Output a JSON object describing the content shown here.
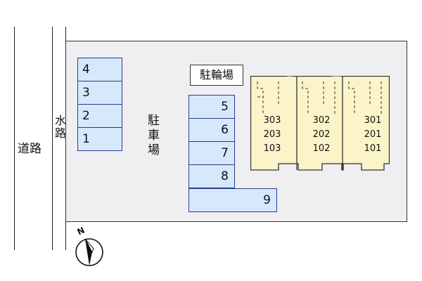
{
  "road": {
    "label": "道路"
  },
  "waterway": {
    "label": "水路"
  },
  "parking": {
    "label": "駐車場",
    "left_stalls": [
      "4",
      "3",
      "2",
      "1"
    ],
    "right_stalls": [
      "5",
      "6",
      "7",
      "8"
    ],
    "long_stall": "9"
  },
  "bicycle_parking": {
    "label": "駐輪場"
  },
  "building": {
    "columns": [
      {
        "rooms": [
          "303",
          "203",
          "103"
        ]
      },
      {
        "rooms": [
          "302",
          "202",
          "102"
        ]
      },
      {
        "rooms": [
          "301",
          "201",
          "101"
        ]
      }
    ]
  },
  "compass": {
    "label": "N"
  },
  "colors": {
    "lot_fill": "#efeff1",
    "stall_fill": "#d6e8fb",
    "stall_border": "#2b3a8a",
    "building_fill": "#fbf4c8"
  }
}
